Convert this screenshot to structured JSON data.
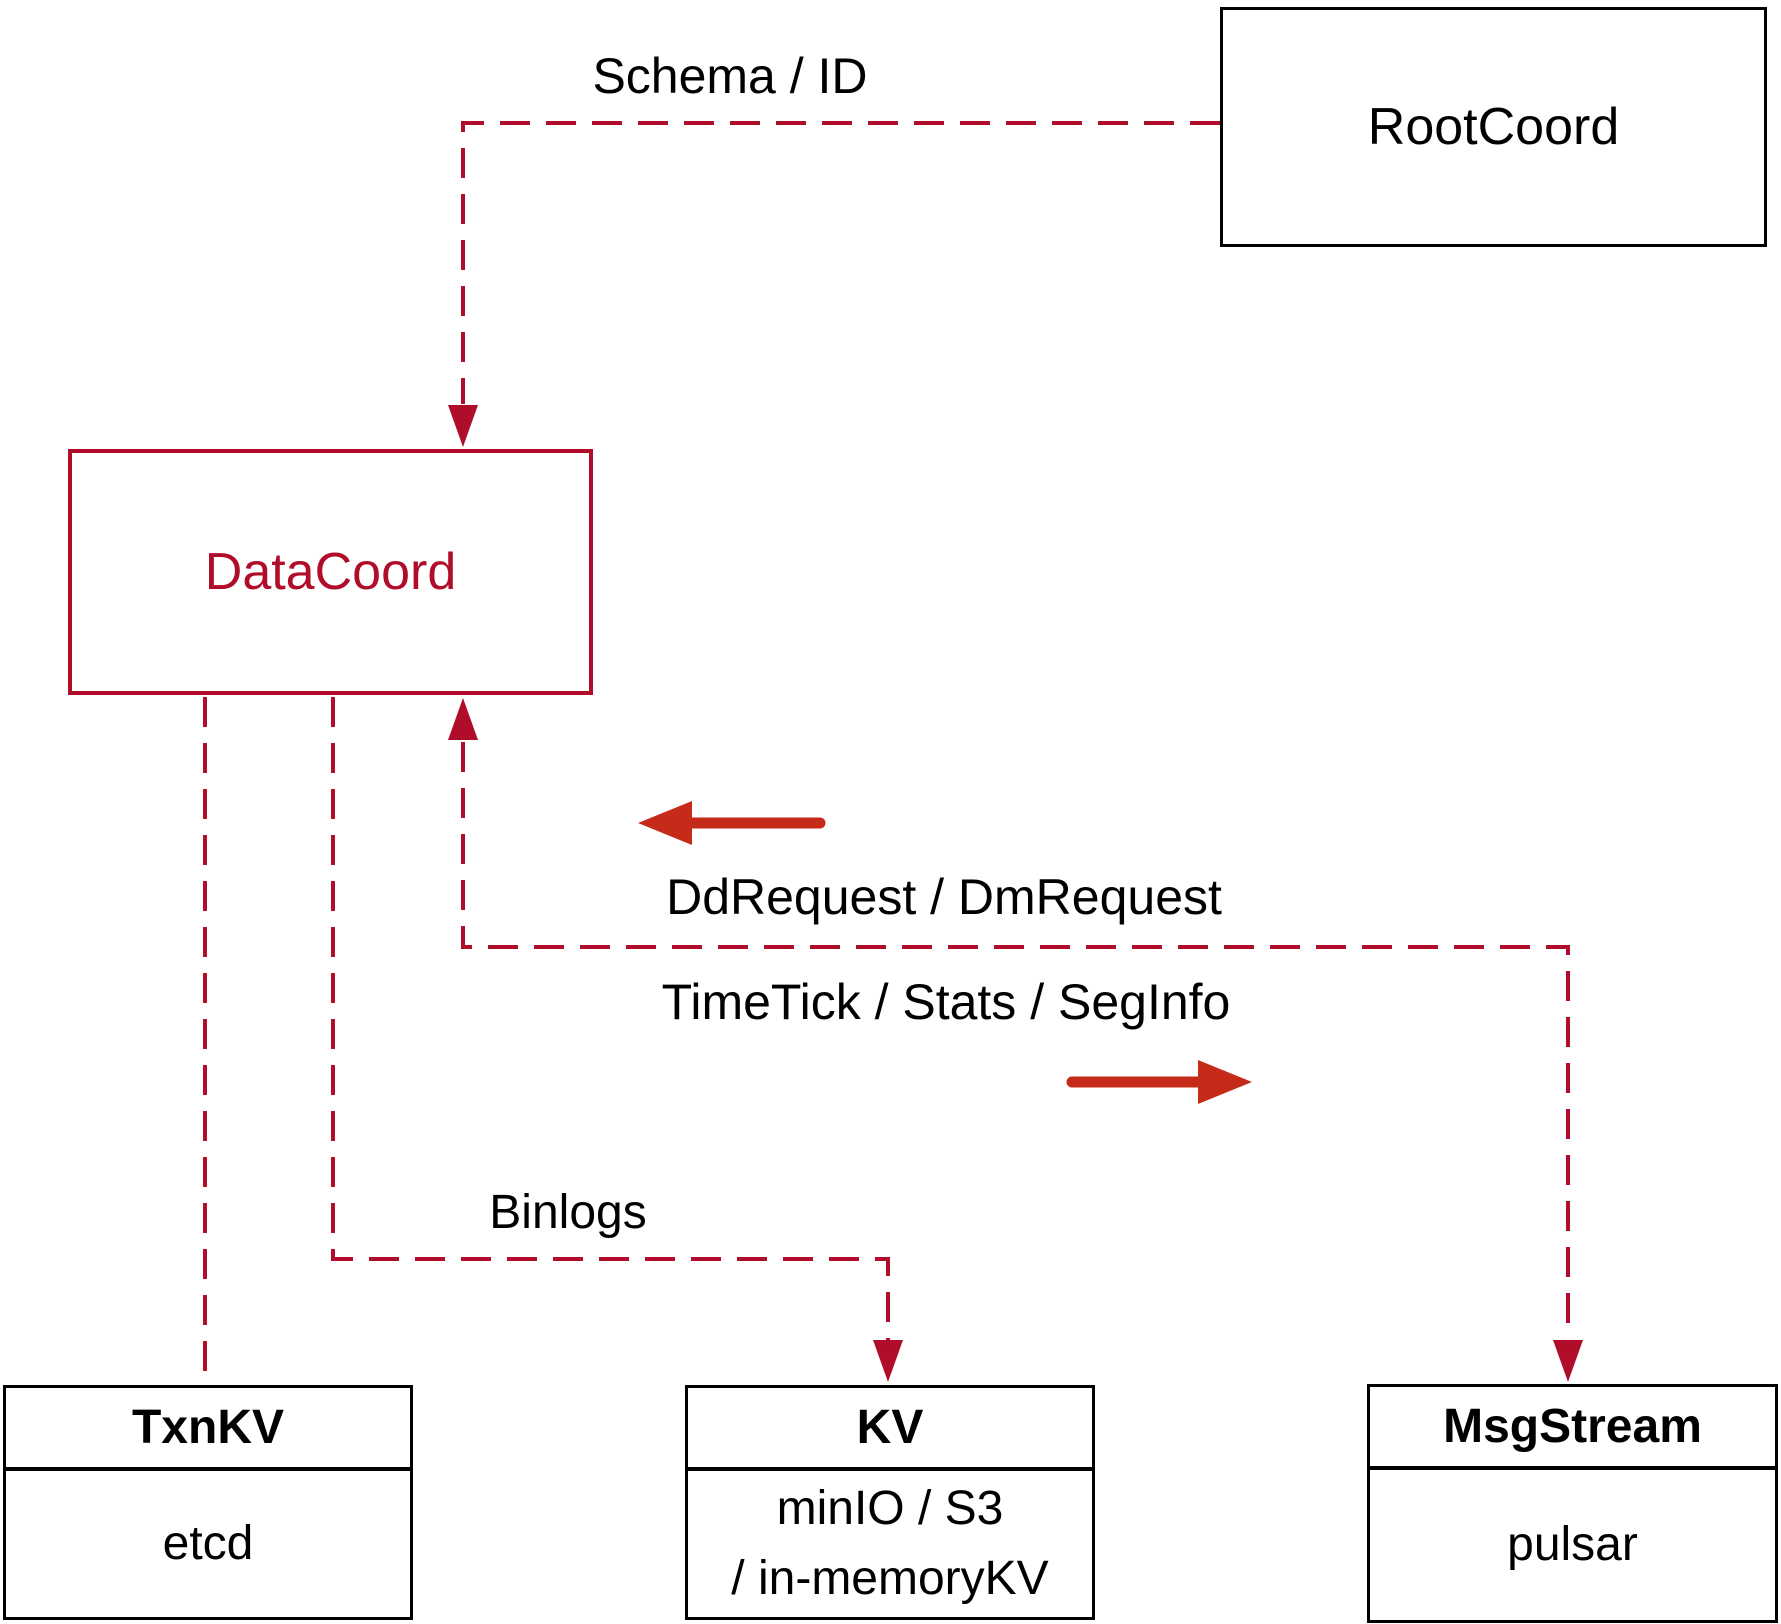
{
  "colors": {
    "crimson": "#b00d2b",
    "red": "#c62a18",
    "black": "#000000"
  },
  "nodes": {
    "rootcoord": {
      "label": "RootCoord"
    },
    "datacoord": {
      "label": "DataCoord"
    },
    "txnkv": {
      "title": "TxnKV",
      "body": "etcd"
    },
    "kv": {
      "title": "KV",
      "body_line1": "minIO / S3",
      "body_line2": "/ in-memoryKV"
    },
    "msgstream": {
      "title": "MsgStream",
      "body": "pulsar"
    }
  },
  "edges": {
    "schema_id": {
      "label": "Schema / ID"
    },
    "dd_dm_request": {
      "label": "DdRequest / DmRequest"
    },
    "timetick_stats_seginfo": {
      "label": "TimeTick / Stats / SegInfo"
    },
    "binlogs": {
      "label": "Binlogs"
    }
  }
}
